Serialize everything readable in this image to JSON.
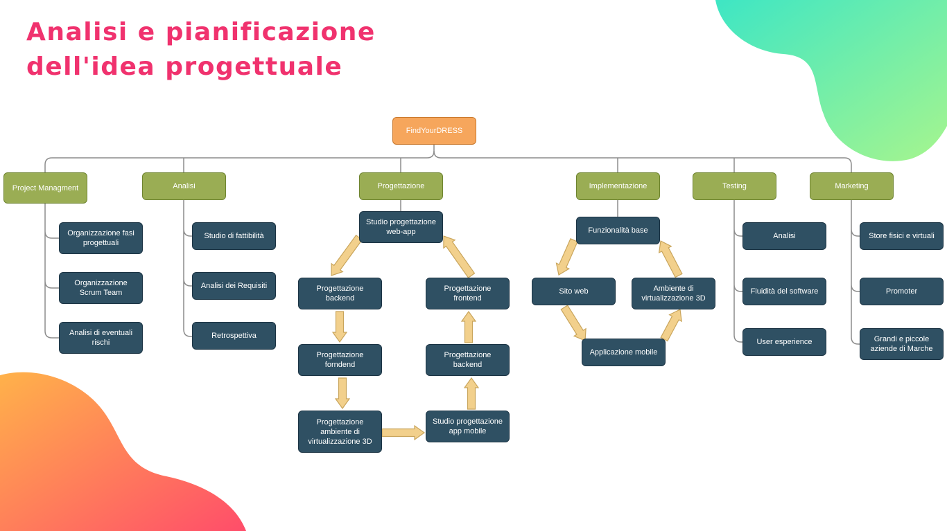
{
  "title": {
    "line1": "Analisi e pianificazione",
    "line2": "dell'idea progettuale"
  },
  "colors": {
    "title": "#f0326e",
    "root": "#f6a65c",
    "category": "#9aad54",
    "node": "#2f5063",
    "arrow": "#f2d08c",
    "connector": "#8c8c8c",
    "blob_teal": "#3ee6c4",
    "blob_green": "#a6f58e",
    "blob_orange": "#ffb24a",
    "blob_pink": "#ff4d6a"
  },
  "diagram": {
    "root": "FindYourDRESS",
    "categories": {
      "project": "Project Managment",
      "analisi": "Analisi",
      "progettazione": "Progettazione",
      "implementazione": "Implementazione",
      "testing": "Testing",
      "marketing": "Marketing"
    },
    "project_items": [
      "Organizzazione fasi progettuali",
      "Organizzazione Scrum Team",
      "Analisi di eventuali rischi"
    ],
    "analisi_items": [
      "Studio di fattibilità",
      "Analisi dei Requisiti",
      "Retrospettiva"
    ],
    "progettazione": {
      "webapp": "Studio progettazione web-app",
      "backend1": "Progettazione backend",
      "forndend": "Progettazione forndend",
      "ambiente": "Progettazione ambiente di virtualizzazione 3D",
      "appmobile": "Studio progettazione app mobile",
      "backend2": "Progettazione backend",
      "frontend": "Progettazione frontend"
    },
    "implementazione": {
      "base": "Funzionalità base",
      "sito": "Sito web",
      "ambiente": "Ambiente di virtualizzazione 3D",
      "mobile": "Applicazione mobile"
    },
    "testing_items": [
      "Analisi",
      "Fluidità del software",
      "User esperience"
    ],
    "marketing_items": [
      "Store fisici e virtuali",
      "Promoter",
      "Grandi e piccole aziende di Marche"
    ]
  }
}
